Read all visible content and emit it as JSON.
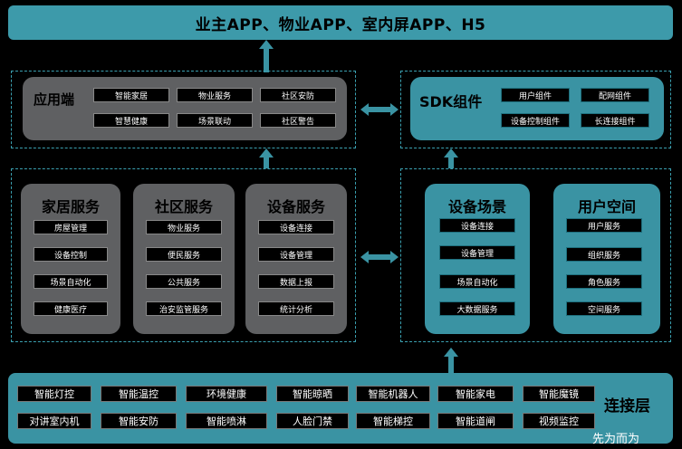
{
  "top": {
    "title": "业主APP、物业APP、室内屏APP、H5"
  },
  "app_layer": {
    "title": "应用端",
    "items": [
      "智能家居",
      "物业服务",
      "社区安防",
      "智慧健康",
      "场景联动",
      "社区警告"
    ]
  },
  "sdk": {
    "title": "SDK组件",
    "items": [
      "用户组件",
      "配网组件",
      "设备控制组件",
      "长连接组件"
    ]
  },
  "services": [
    {
      "title": "家居服务",
      "items": [
        "房屋管理",
        "设备控制",
        "场景自动化",
        "健康医疗"
      ]
    },
    {
      "title": "社区服务",
      "items": [
        "物业服务",
        "便民服务",
        "公共服务",
        "治安监管服务"
      ]
    },
    {
      "title": "设备服务",
      "items": [
        "设备连接",
        "设备管理",
        "数据上报",
        "统计分析"
      ]
    }
  ],
  "device_scene": {
    "title": "设备场景",
    "items": [
      "设备连接",
      "设备管理",
      "场景自动化",
      "大数据服务"
    ]
  },
  "user_space": {
    "title": "用户空间",
    "items": [
      "用户服务",
      "组织服务",
      "角色服务",
      "空间服务"
    ]
  },
  "connection": {
    "title": "连接层",
    "row1": [
      "智能灯控",
      "智能温控",
      "环境健康",
      "智能晾晒",
      "智能机器人",
      "智能家电",
      "智能魔镜"
    ],
    "row2": [
      "对讲室内机",
      "智能安防",
      "智能喷淋",
      "人脸门禁",
      "智能梯控",
      "智能道闸",
      "视频监控"
    ]
  },
  "watermark": "先为而为"
}
